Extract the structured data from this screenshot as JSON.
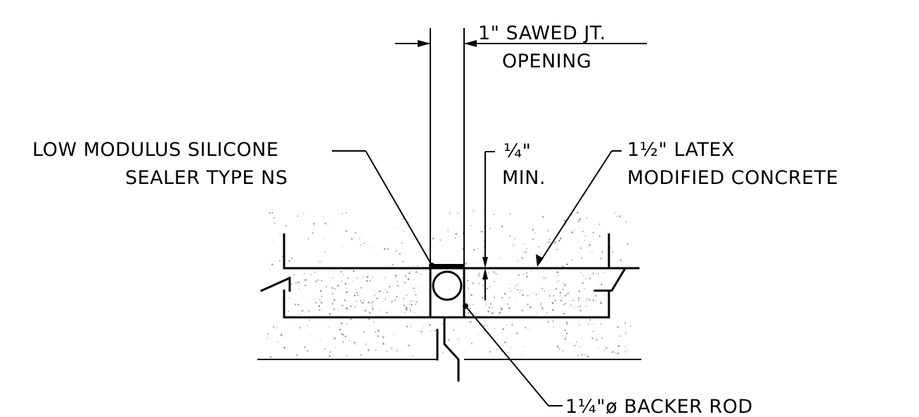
{
  "labels": {
    "joint_opening_line1": "1\" SAWED JT.",
    "joint_opening_line2": "OPENING",
    "sealer_line1": "LOW MODULUS SILICONE",
    "sealer_line2": "SEALER TYPE NS",
    "min_depth_line1": "¼\"",
    "min_depth_line2": "MIN.",
    "overlay_line1": "1½\" LATEX",
    "overlay_line2": "MODIFIED CONCRETE",
    "backer_rod": "1¼\"ø BACKER ROD"
  }
}
